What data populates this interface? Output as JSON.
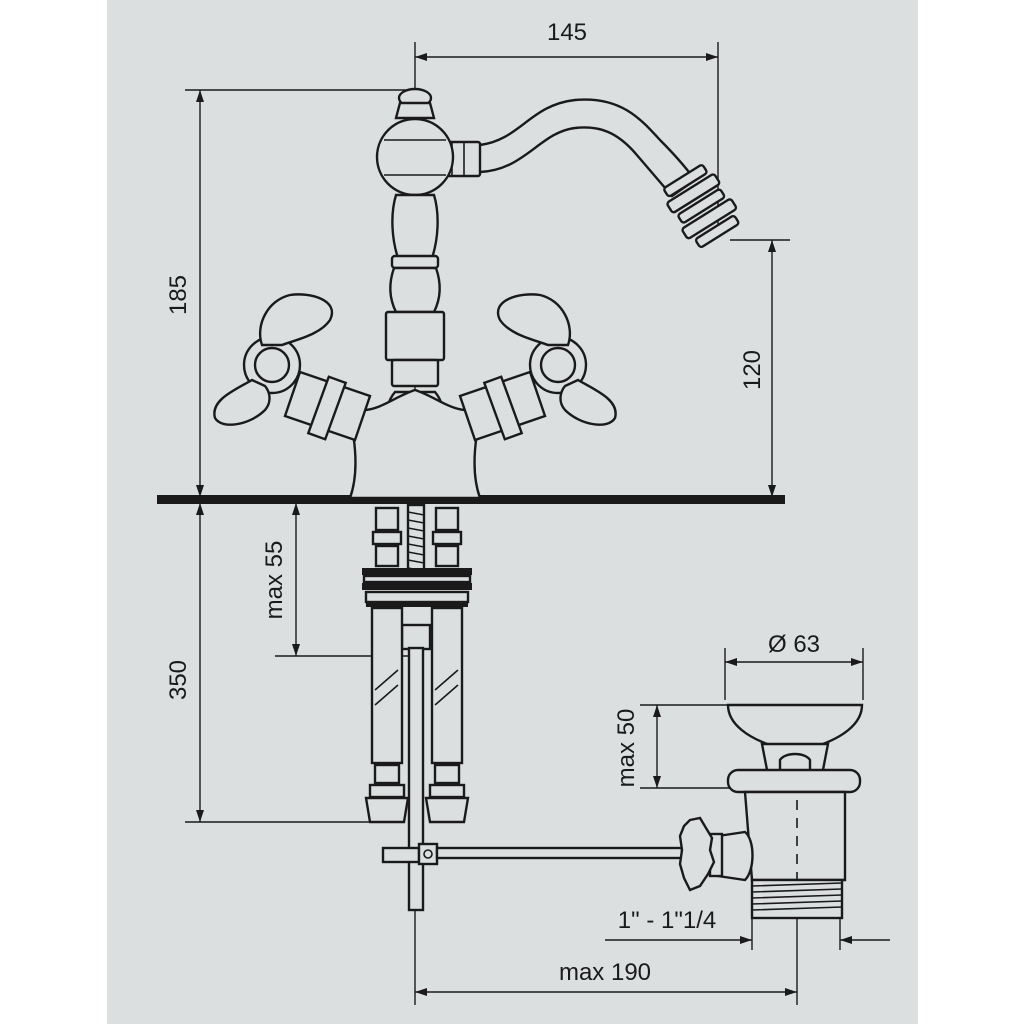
{
  "dimensions": {
    "width_top": "145",
    "height_total": "185",
    "spout_height": "120",
    "below_deck": "350",
    "max_thickness": "max 55",
    "waste_diameter": "Ø 63",
    "waste_max_height": "max 50",
    "thread": "1\" - 1\"1/4",
    "max_reach": "max 190"
  },
  "colors": {
    "background": "#dcdfe0",
    "line": "#1a1a1a"
  }
}
